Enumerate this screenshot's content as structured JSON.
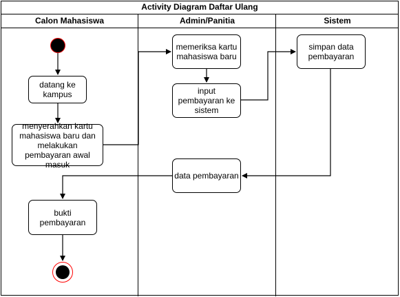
{
  "diagram": {
    "title": "Activity Diagram Daftar Ulang",
    "lanes": [
      {
        "label": "Calon Mahasiswa"
      },
      {
        "label": "Admin/Panitia"
      },
      {
        "label": "Sistem"
      }
    ],
    "nodes": {
      "datang": "datang ke kampus",
      "menyerahkan": "menyerahkan kartu mahasiswa baru dan melakukan pembayaran awal masuk",
      "bukti": "bukti pembayaran",
      "memeriksa": "memeriksa kartu mahasiswa baru",
      "input": "input pembayaran ke sistem",
      "data": "data pembayaran",
      "simpan": "simpan data pembayaran"
    }
  }
}
